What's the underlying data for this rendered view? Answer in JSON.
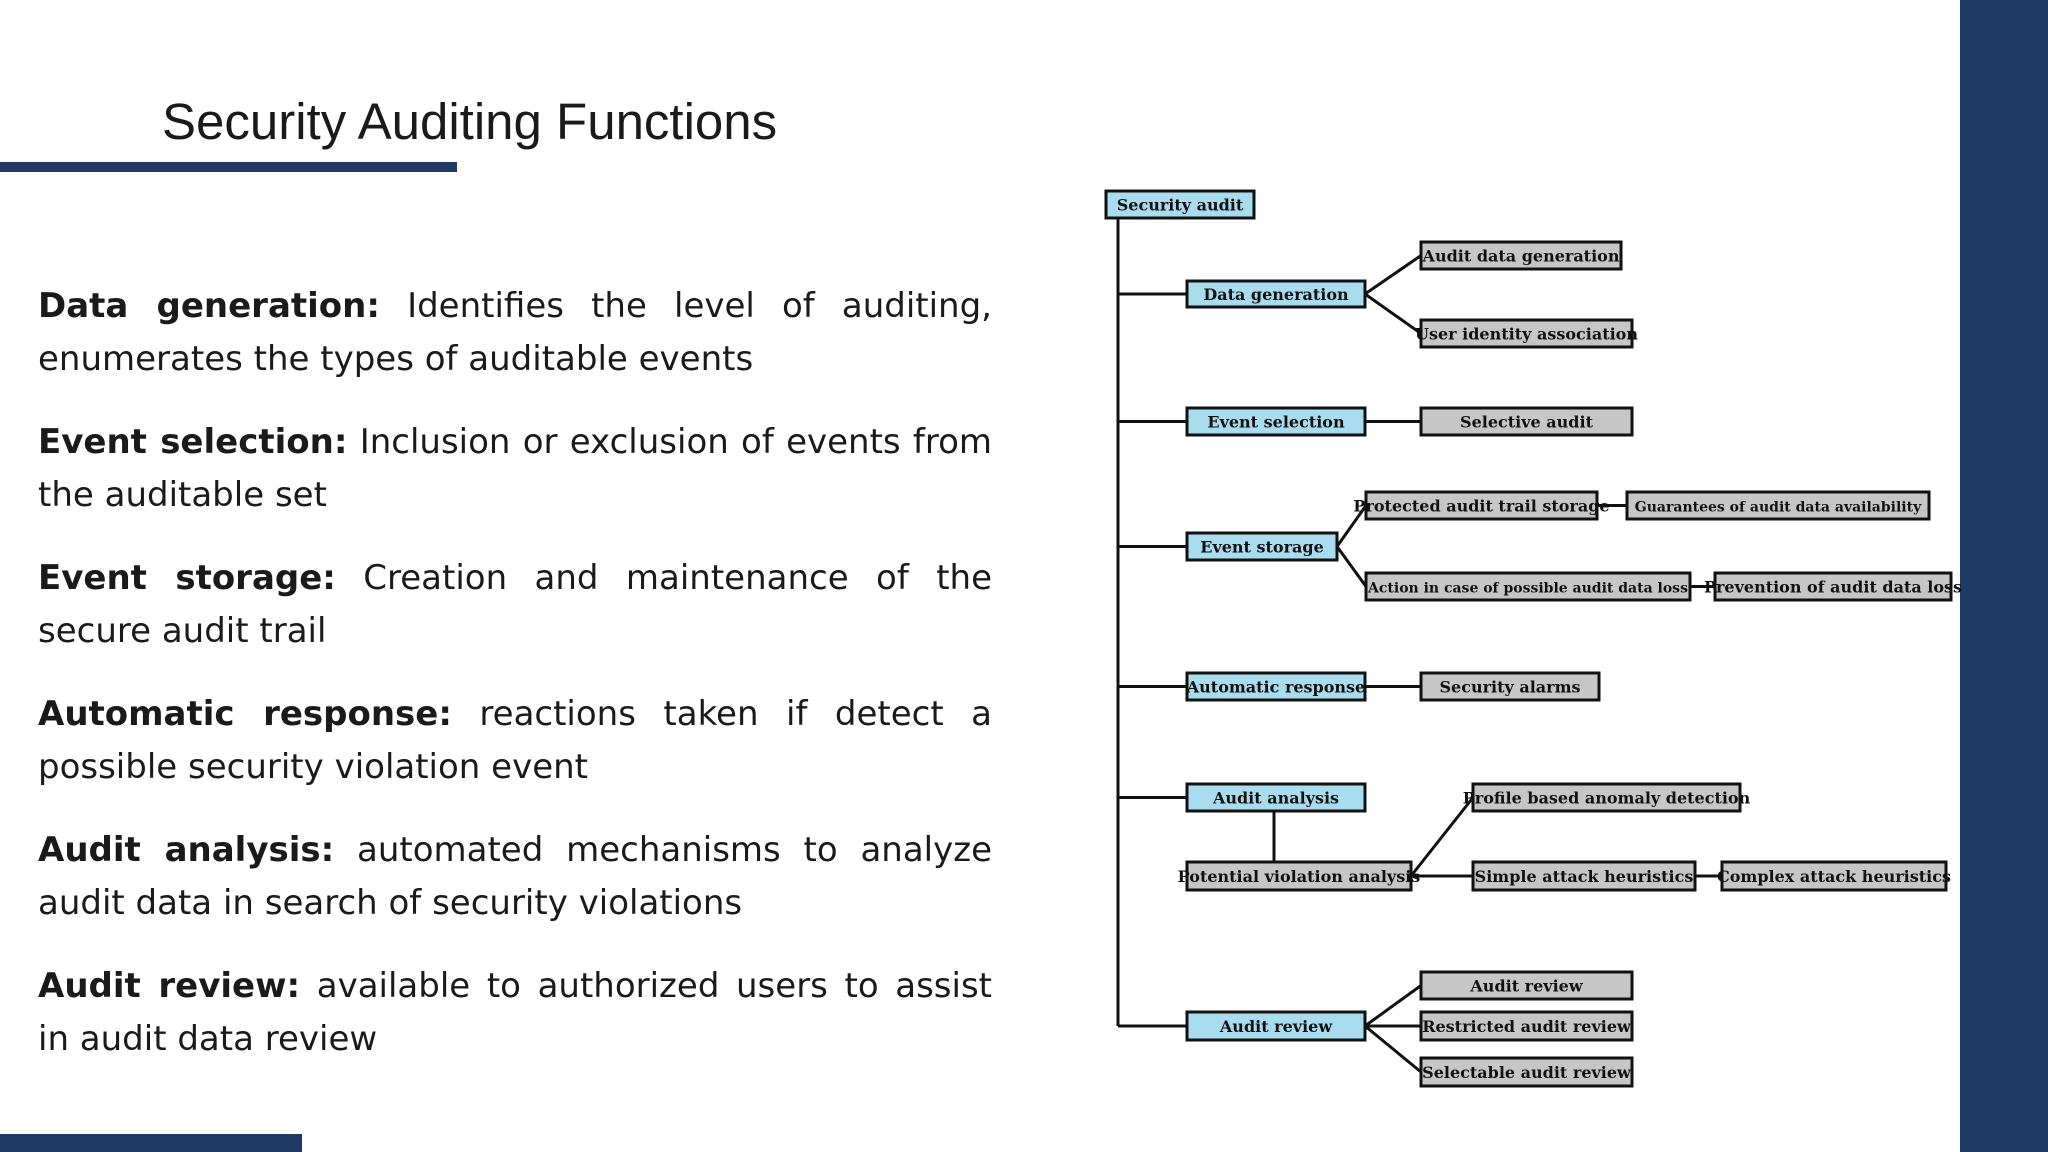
{
  "slide": {
    "title": "Security Auditing Functions",
    "colors": {
      "accent": "#1e3a64",
      "node_primary": "#a8dcee",
      "node_secondary": "#c6c6c6",
      "text": "#1a1a1a"
    }
  },
  "bullets": [
    {
      "term": "Data generation:",
      "desc": " Identifies the level of auditing, enumerates the types of auditable events"
    },
    {
      "term": "Event selection:",
      "desc": " Inclusion or exclusion of events from the auditable set"
    },
    {
      "term": "Event storage:",
      "desc": " Creation and maintenance of the secure audit trail"
    },
    {
      "term": "Automatic response:",
      "desc": " reactions taken if detect a possible security violation event"
    },
    {
      "term": "Audit analysis:",
      "desc": " automated mechanisms to analyze audit data in search of security violations"
    },
    {
      "term": "Audit review:",
      "desc": " available to authorized users to assist in audit data review"
    }
  ],
  "diagram": {
    "root": "Security audit",
    "nodes": {
      "data_generation": "Data generation",
      "audit_data_generation": "Audit data generation",
      "user_identity_association": "User identity association",
      "event_selection": "Event selection",
      "selective_audit": "Selective audit",
      "event_storage": "Event storage",
      "protected_audit_trail_storage": "Protected audit trail storage",
      "guarantees_of_audit_data_availability": "Guarantees of audit data availability",
      "action_in_case_of_possible_audit_data_loss": "Action in case of possible audit data loss",
      "prevention_of_audit_data_loss": "Prevention of audit data loss",
      "automatic_response": "Automatic response",
      "security_alarms": "Security alarms",
      "audit_analysis": "Audit analysis",
      "potential_violation_analysis": "Potential violation analysis",
      "profile_based_anomaly_detection": "Profile based anomaly detection",
      "simple_attack_heuristics": "Simple attack heuristics",
      "complex_attack_heuristics": "Complex attack heuristics",
      "audit_review": "Audit review",
      "audit_review_sub": "Audit review",
      "restricted_audit_review": "Restricted audit review",
      "selectable_audit_review": "Selectable audit review"
    }
  }
}
